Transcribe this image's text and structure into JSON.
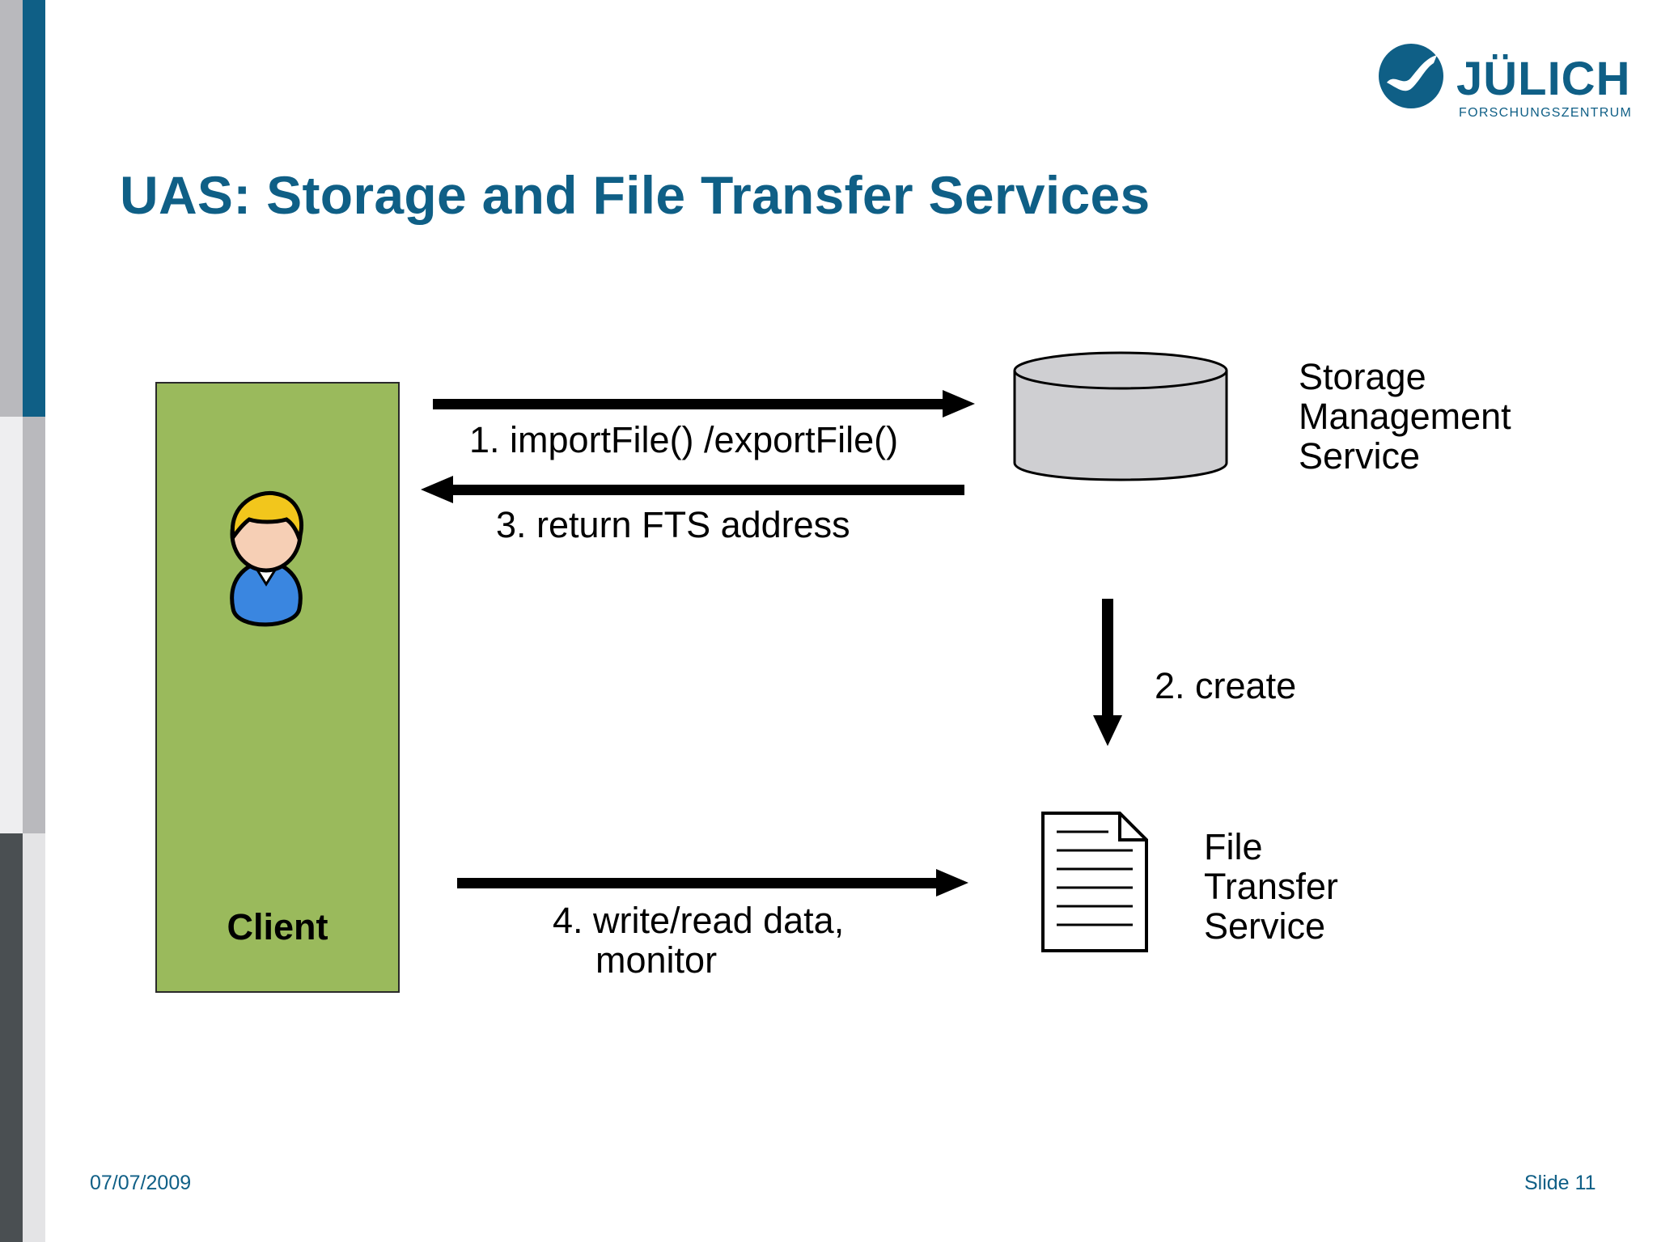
{
  "slide": {
    "title": "UAS: Storage and File Transfer Services",
    "logo": {
      "name": "JÜLICH",
      "subtitle": "FORSCHUNGSZENTRUM",
      "colors": {
        "primary": "#0f5f86"
      }
    },
    "footer": {
      "date": "07/07/2009",
      "slide_number": "Slide 11"
    },
    "strip_colors": [
      "#b9b9bd",
      "#0f5f86",
      "#e4e4e6",
      "#4a4f52"
    ]
  },
  "diagram": {
    "client": {
      "label": "Client",
      "color": "#9aba5c",
      "icon": "user-icon"
    },
    "storage": {
      "label_lines": [
        "Storage",
        "Management",
        "Service"
      ],
      "icon": "database-cylinder-icon",
      "color": "#cfcfd2"
    },
    "fts": {
      "label_lines": [
        "File",
        "Transfer",
        "Service"
      ],
      "icon": "document-icon"
    },
    "arrows": {
      "import_export": "1. importFile() /exportFile()",
      "create": "2. create",
      "return_fts": "3. return FTS address",
      "write_read_lines": [
        "4. write/read data,",
        "monitor"
      ]
    }
  }
}
